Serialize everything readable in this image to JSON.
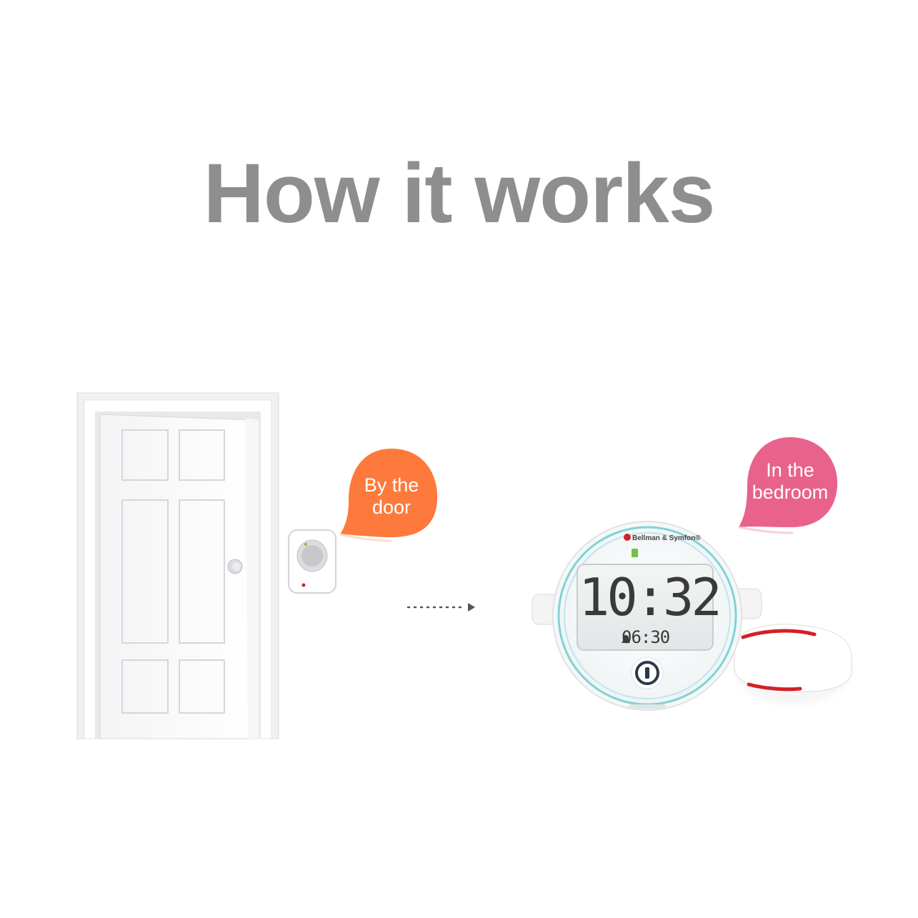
{
  "title": "How it works",
  "door_caption": {
    "line1": "By the",
    "line2": "door"
  },
  "bedroom_caption": {
    "line1": "In the",
    "line2": "bedroom"
  },
  "clock": {
    "brand": "Bellman & Symfon®",
    "time": "10:32",
    "alarm": "06:30"
  },
  "colors": {
    "title": "#8e8e91",
    "door_bubble": "#fd7a3c",
    "bedroom_bubble": "#e8628c",
    "clock_accent": "#7fd3d8",
    "pad_red": "#d42025"
  },
  "icons": [
    "door",
    "doorbell-button",
    "arrow-right",
    "alarm-clock",
    "bed-shaker",
    "bell-icon"
  ]
}
